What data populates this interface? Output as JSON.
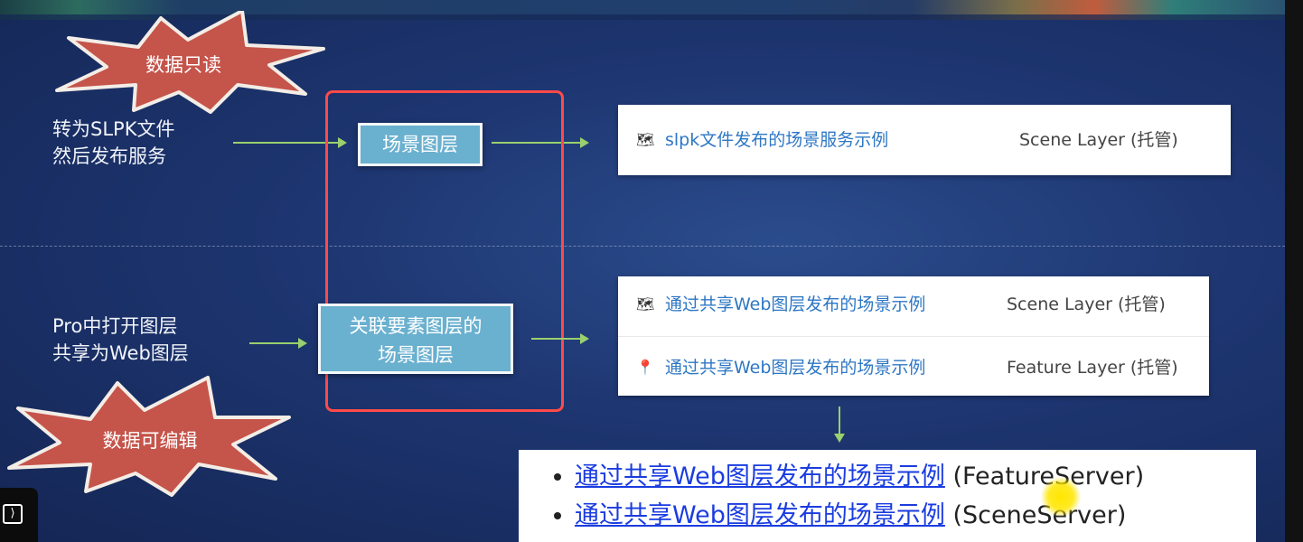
{
  "badges": {
    "read_only": "数据只读",
    "editable": "数据可编辑"
  },
  "row1": {
    "left_text_line1": "转为SLPK文件",
    "left_text_line2": "然后发布服务",
    "box_label": "场景图层",
    "card": {
      "icon": "scene-layer-icon",
      "link": "slpk文件发布的场景服务示例",
      "type": "Scene Layer (托管)"
    }
  },
  "row2": {
    "left_text_line1": "Pro中打开图层",
    "left_text_line2": "共享为Web图层",
    "box_label_line1": "关联要素图层的",
    "box_label_line2": "场景图层",
    "cards": [
      {
        "icon": "scene-layer-icon",
        "link": "通过共享Web图层发布的场景示例",
        "type": "Scene Layer (托管)"
      },
      {
        "icon": "feature-layer-icon",
        "link": "通过共享Web图层发布的场景示例",
        "type": "Feature Layer (托管)"
      }
    ]
  },
  "services": [
    {
      "link": "通过共享Web图层发布的场景示例",
      "suffix": "(FeatureServer)"
    },
    {
      "link": "通过共享Web图层发布的场景示例",
      "suffix": "(SceneServer)"
    }
  ],
  "colors": {
    "background": "#1d3570",
    "arrow": "#9ad06d",
    "box_fill": "#6ab0cf",
    "highlight_rect": "#ff4a4a",
    "burst": "#c5544a",
    "link": "#2e77c4"
  }
}
